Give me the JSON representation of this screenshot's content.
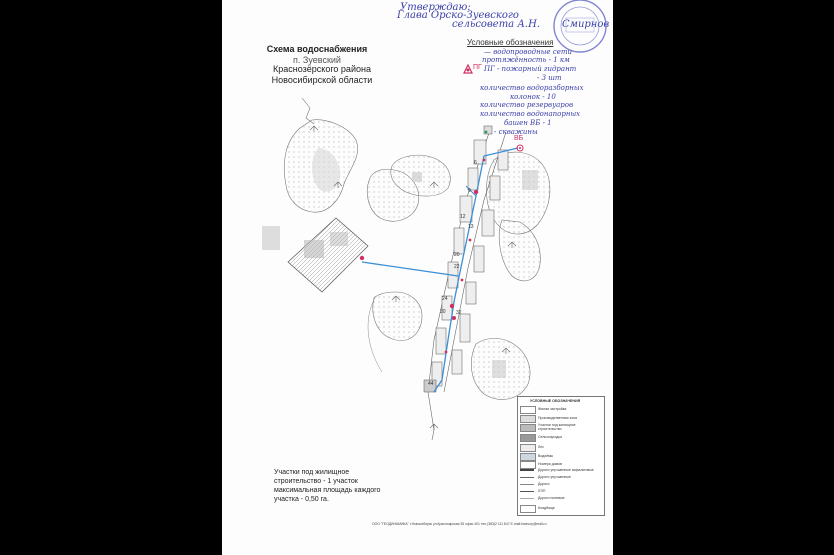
{
  "header": {
    "handwriting_top_1": "Утверждаю:",
    "handwriting_top_2": "Глава Орско-Зуевского",
    "handwriting_top_3": "сельсовета  А.Н.",
    "handwriting_top_4": "Смирнов"
  },
  "title": {
    "line1": "Схема водоснабжения",
    "line2": "п. Зуевский",
    "line3": "Краснозёрского района",
    "line4": "Новосибирской области"
  },
  "legend_handwritten": {
    "heading": "Условные обозначения",
    "line1": "— водопроводные сети",
    "line2": "протяжённость - 1 км",
    "line3": "ПГ - пожарный гидрант",
    "line4": "- 3 шт",
    "line5": "количество водоразборных",
    "line6": "колонок - 10",
    "line7": "количество резервуаров",
    "line8": "количество водонапорных",
    "line9": "башен ВБ - 1",
    "line10": "- скважины"
  },
  "map_labels": {
    "vb": "ВБ",
    "pg": "ПГ",
    "house_numbers": [
      "6",
      "9",
      "12",
      "13",
      "20",
      "22",
      "24",
      "30",
      "32",
      "44"
    ]
  },
  "bottom_note": {
    "line1": "Участки под жилищное",
    "line2": "строительство  - 1 участок",
    "line3": "максимальная площадь каждого",
    "line4": " участка - 0,50 га."
  },
  "printed_legend": {
    "heading": "УСЛОВНЫЕ ОБОЗНАЧЕНИЯ",
    "items": [
      "Жилая застройка",
      "Производственная зона",
      "Участки под жилищное строительство",
      "Сельхозугодья",
      "Лес",
      "Водоёмы",
      "Номера домов",
      "Дороги улучшенные асфальтовые",
      "Дороги улучшенные",
      "Дороги",
      "ЛЭП",
      "Дороги полевые",
      "Кладбище"
    ]
  },
  "footer": {
    "text": "ООО \"ГЕОДИНАМИКА\" г.Новосибирск ул.Красноярская 35 офис 401 тел.(383)2 111 847 E-mail:kraevoy@mail.ru"
  },
  "colors": {
    "pipe": "#3a8fd6",
    "handwriting": "#3a3fa8",
    "pg_marker": "#d03060",
    "stamp": "#6a72c8"
  }
}
